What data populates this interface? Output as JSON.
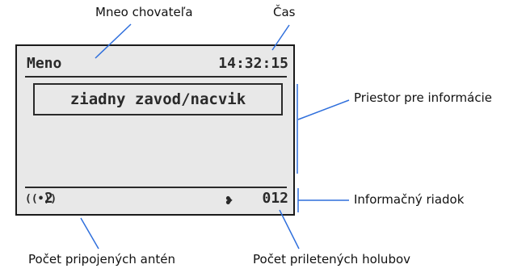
{
  "callouts": {
    "breeder_name": "Mneo chovateľa",
    "time": "Čas",
    "info_space": "Priestor pre informácie",
    "info_row": "Informačný riadok",
    "antenna_count": "Počet pripojených antén",
    "pigeon_count": "Počet priletených holubov"
  },
  "display": {
    "name": "Meno",
    "time": "14:32:15",
    "status": "ziadny zavod/nacvik",
    "antenna_icon": "antenna-icon",
    "antenna_glyph": "((•))",
    "antennas": "2",
    "pigeon_icon": "pigeon-icon",
    "pigeon_glyph": "❥",
    "pigeons": "012"
  },
  "colors": {
    "screen_bg": "#e8e8e8",
    "screen_text": "#2a2a2a",
    "leader_line": "#2f6fdc"
  }
}
